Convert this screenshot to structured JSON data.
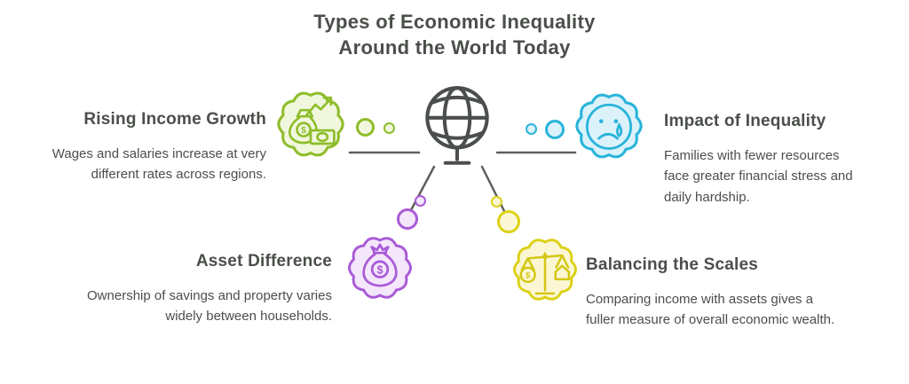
{
  "title": {
    "line1": "Types of Economic Inequality",
    "line2": "Around the World Today"
  },
  "items": {
    "income": {
      "heading": "Rising Income Growth",
      "body": "Wages and salaries increase at very different rates across regions.",
      "icon": "money-bag-growth-icon",
      "color": "#8ebd2a"
    },
    "impact": {
      "heading": "Impact of Inequality",
      "body": "Families with fewer resources face greater financial stress and daily hardship.",
      "icon": "sad-face-tear-icon",
      "color": "#29b4da"
    },
    "asset": {
      "heading": "Asset Difference",
      "body": "Ownership of savings and property varies widely between households.",
      "icon": "money-bag-icon",
      "color": "#a85ad6"
    },
    "balance": {
      "heading": "Balancing the Scales",
      "body": "Comparing income with assets gives a fuller measure of overall economic wealth.",
      "icon": "balance-scale-icon",
      "color": "#ddd117"
    }
  },
  "center": {
    "icon": "globe-icon"
  },
  "glyphs": {
    "dollar": "$"
  },
  "colors": {
    "text": "#4a4f49",
    "line": "#4b4f4b",
    "green": "#8ebd2a",
    "blue": "#29b4da",
    "purple": "#a85ad6",
    "yellow": "#ddd117"
  }
}
